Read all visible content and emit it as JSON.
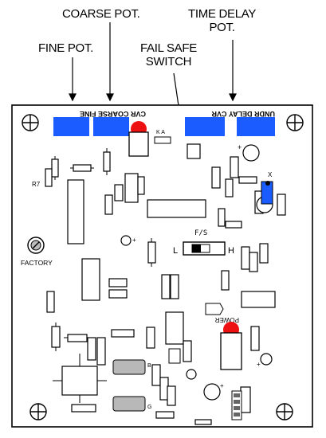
{
  "callouts": {
    "coarse_pot": "COARSE POT.",
    "time_delay_line1": "TIME DELAY",
    "time_delay_line2": "POT.",
    "fine_pot": "FINE POT.",
    "fail_safe_line1": "FAIL SAFE",
    "fail_safe_line2": "SWITCH"
  },
  "board_labels": {
    "pot_strip_left": "CVR COARSE FINE",
    "pot_strip_right": "UNDR DELAY CVR",
    "ka": "K A",
    "r7": "R7",
    "x": "X",
    "fs": "F/S",
    "switch_low": "L",
    "switch_high": "H",
    "factory": "FACTORY",
    "power": "POWER",
    "plus": "+",
    "b": "B",
    "g": "G"
  },
  "colors": {
    "pot_blue": "#1a5cff",
    "led_red": "#ee1111",
    "ink": "#000000",
    "gray": "#b8b8b8"
  },
  "icons": [
    "screw-icon",
    "potentiometer-icon",
    "led-icon",
    "arrow-down-icon"
  ]
}
